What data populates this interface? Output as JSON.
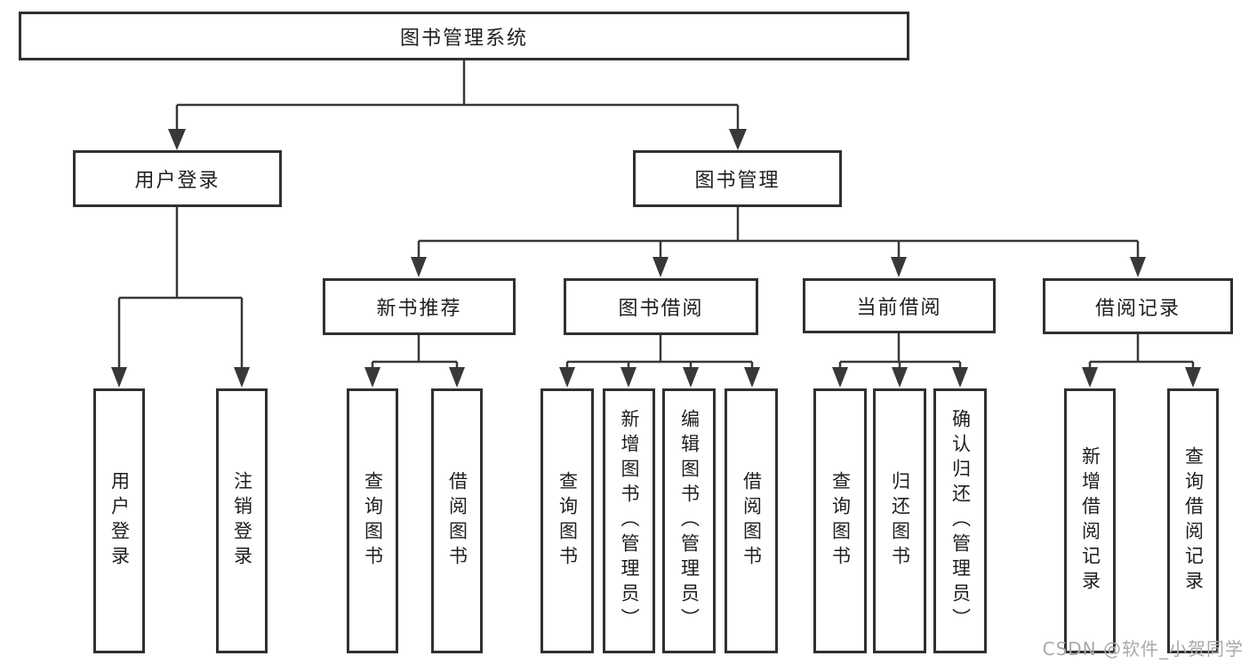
{
  "diagram_type": "hierarchy-tree",
  "colors": {
    "background": "#ffffff",
    "box_fill": "#ffffff",
    "box_border": "#303030",
    "connector_line": "#383838",
    "text": "#1f1f1f",
    "watermark": "#a9a9a9"
  },
  "tree": {
    "label": "图书管理系统",
    "children": [
      {
        "label": "用户登录",
        "children": [
          {
            "label": "用户登录"
          },
          {
            "label": "注销登录"
          }
        ]
      },
      {
        "label": "图书管理",
        "children": [
          {
            "label": "新书推荐",
            "children": [
              {
                "label": "查询图书"
              },
              {
                "label": "借阅图书"
              }
            ]
          },
          {
            "label": "图书借阅",
            "children": [
              {
                "label": "查询图书"
              },
              {
                "label": "新增图书（管理员）"
              },
              {
                "label": "编辑图书（管理员）"
              },
              {
                "label": "借阅图书"
              }
            ]
          },
          {
            "label": "当前借阅",
            "children": [
              {
                "label": "查询图书"
              },
              {
                "label": "归还图书"
              },
              {
                "label": "确认归还（管理员）"
              }
            ]
          },
          {
            "label": "借阅记录",
            "children": [
              {
                "label": "新增借阅记录"
              },
              {
                "label": "查询借阅记录"
              }
            ]
          }
        ]
      }
    ]
  },
  "watermark": {
    "text": "CSDN @软件_小贺同学"
  }
}
